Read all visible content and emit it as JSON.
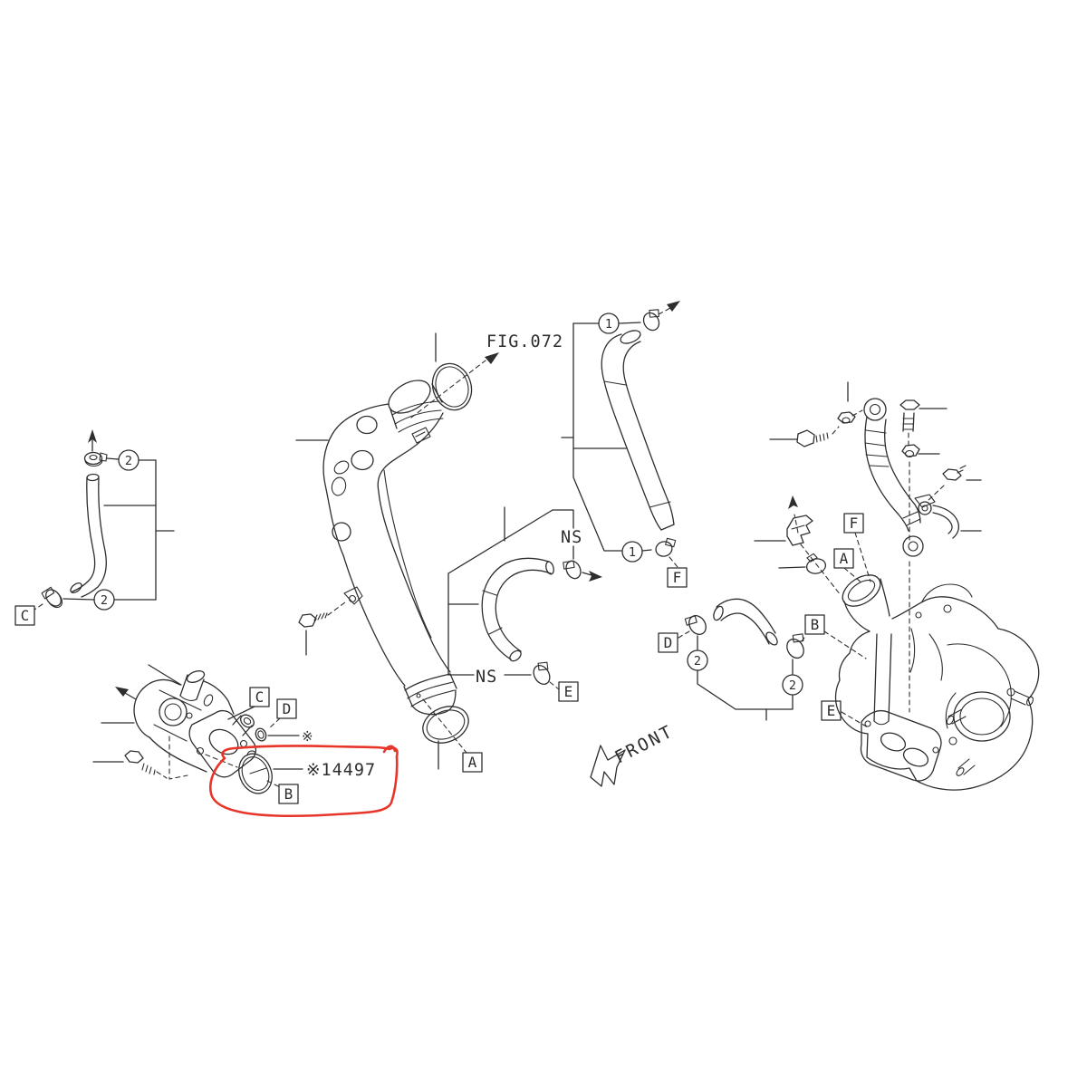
{
  "colors": {
    "line": "#2e2e2e",
    "highlight": "#e8352a",
    "background": "#ffffff"
  },
  "labels": {
    "figure_ref": "FIG.072",
    "ns": "NS",
    "front": "FRONT",
    "ref_mark": "※",
    "highlighted_part_number": "※14497"
  },
  "callouts": {
    "boxes": [
      "C",
      "A",
      "E",
      "F",
      "D",
      "B",
      "F",
      "A",
      "E",
      "C",
      "D",
      "B"
    ],
    "circles": [
      "2",
      "2",
      "1",
      "1",
      "2",
      "2"
    ]
  }
}
